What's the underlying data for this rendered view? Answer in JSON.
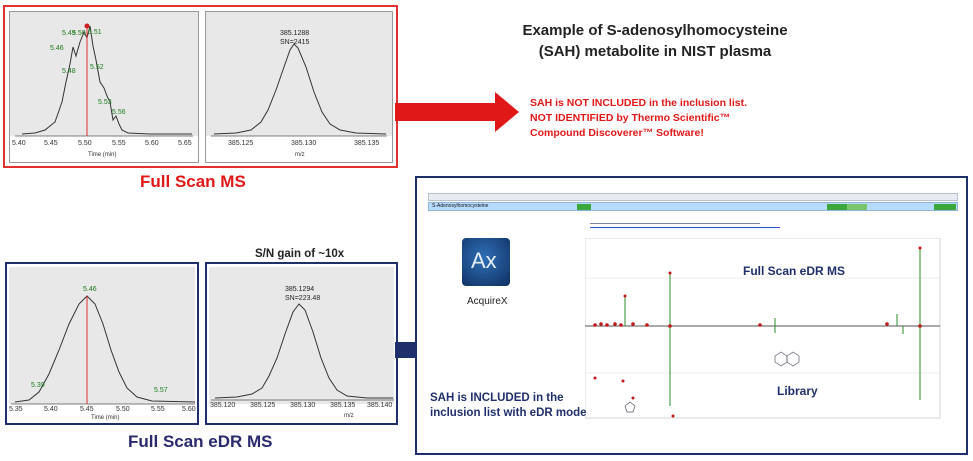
{
  "title": "Example of S-adenosylhomocysteine (SAH) metabolite in NIST plasma",
  "top_left": {
    "caption": "Full Scan MS",
    "chrom": {
      "x_ticks": [
        "5.40",
        "5.45",
        "5.50",
        "5.55",
        "5.60",
        "5.65"
      ],
      "x_label": "Time (min)",
      "peak_labels": [
        "5.46",
        "5.49",
        "5.50",
        "5.51",
        "5.48",
        "5.52",
        "5.53",
        "5.56"
      ]
    },
    "spectrum": {
      "x_ticks": [
        "385.125",
        "385.130",
        "385.135"
      ],
      "x_label": "m/z",
      "annotation_mz": "385.1288",
      "annotation_sn": "SN=2415"
    },
    "note": [
      "SAH is NOT INCLUDED in the inclusion list.",
      "NOT IDENTIFIED by Thermo Scientific™",
      "Compound Discoverer™ Software!"
    ]
  },
  "bottom_left": {
    "caption": "Full Scan eDR MS",
    "gain_label": "S/N gain of ~10x",
    "chrom": {
      "x_ticks": [
        "5.35",
        "5.40",
        "5.45",
        "5.50",
        "5.55",
        "5.60"
      ],
      "x_label": "Time (min)",
      "peak_labels": [
        "5.46",
        "5.39",
        "5.57"
      ]
    },
    "spectrum": {
      "x_ticks": [
        "385.120",
        "385.125",
        "385.130",
        "385.135",
        "385.140"
      ],
      "x_label": "m/z",
      "annotation_mz": "385.1294",
      "annotation_sn": "SN=223.48"
    }
  },
  "right_panel": {
    "app_label": "AcquireX",
    "app_icon_text": "Ax",
    "plot_label_top": "Full Scan eDR MS",
    "plot_label_bottom": "Library",
    "note": [
      "SAH is INCLUDED in the",
      "inclusion list with eDR mode"
    ],
    "table_row_name": "S-Adenosylhomocysteine"
  },
  "colors": {
    "red": "#e01818",
    "navy": "#1f2f6b",
    "green": "#3aa83a",
    "trace": "#333333"
  }
}
